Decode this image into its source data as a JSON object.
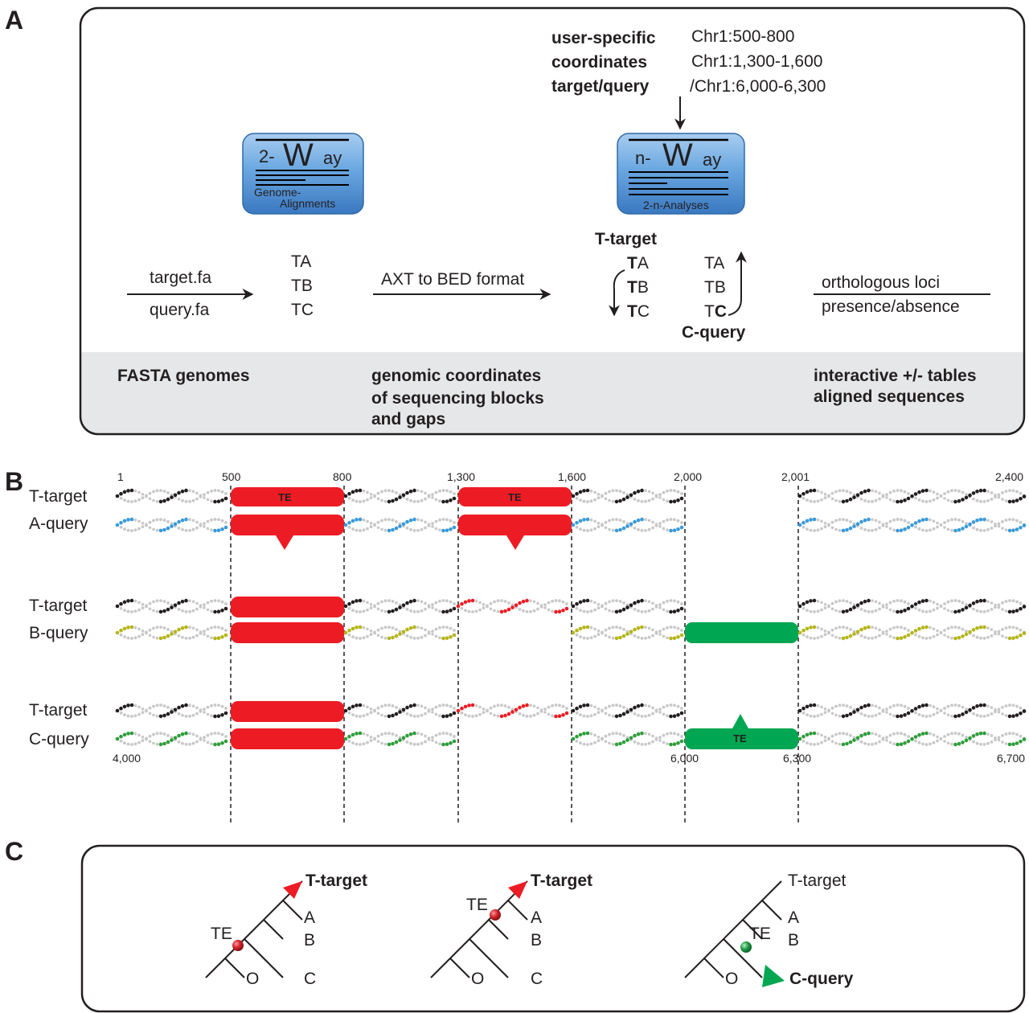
{
  "panel_a": {
    "label": "A",
    "user_coords": {
      "heading_line1": "user-specific",
      "heading_line2": "coordinates",
      "heading_line3": "target/query",
      "coord1": "Chr1:500-800",
      "coord2": "Chr1:1,300-1,600",
      "coord3": "/Chr1:6,000-6,300"
    },
    "twoway": {
      "prefix": "2-",
      "big": "W",
      "suffix": "ay",
      "sub1": "Genome-",
      "sub2": "Alignments"
    },
    "nway": {
      "prefix": "n-",
      "big": "W",
      "suffix": "ay",
      "sub1": "2-n-Analyses"
    },
    "input": {
      "top": "target.fa",
      "bottom": "query.fa"
    },
    "pairs": [
      "TA",
      "TB",
      "TC"
    ],
    "axt": "AXT to BED format",
    "t_target": "T-target",
    "c_query": "C-query",
    "left_col": {
      "b1": "T",
      "r1": "A",
      "b2": "T",
      "r2": "B",
      "b3": "T",
      "r3": "C"
    },
    "right_col": {
      "r1": "TA",
      "r2": "TB",
      "p3": "T",
      "b3": "C"
    },
    "output": {
      "top": "orthologous loci",
      "bottom": "presence/absence"
    },
    "footer": {
      "fasta_bold": "FASTA",
      "fasta_rest": "genomes",
      "coords_1": "genomic coordinates",
      "coords_2": "of sequencing blocks",
      "coords_3": "and gaps",
      "tables_1": "interactive +/- tables",
      "tables_2": "aligned sequences"
    },
    "colors": {
      "box": "#5b9bd5",
      "box_dark": "#2f6aa8",
      "footer_bg": "#e6e7e8"
    }
  },
  "panel_b": {
    "label": "B",
    "top_ticks": [
      "1",
      "500",
      "800",
      "1,300",
      "1,600",
      "2,000",
      "2,001",
      "2,400"
    ],
    "bottom_ticks": [
      "4,000",
      "6,000",
      "6,300",
      "6,700"
    ],
    "rows": [
      "T-target",
      "A-query",
      "T-target",
      "B-query",
      "T-target",
      "C-query"
    ],
    "te_label": "TE",
    "colors": {
      "target": "#231f20",
      "a_query": "#3a9ad9",
      "b_query": "#b5b51a",
      "c_query": "#2e9e3a",
      "te_red": "#ed1c24",
      "te_green": "#00a651",
      "gray": "#c8c8c8"
    }
  },
  "panel_c": {
    "label": "C",
    "trees": [
      {
        "top": "T-target",
        "top_bold": true,
        "a": "A",
        "b": "B",
        "c": "C",
        "o": "O",
        "te": "TE",
        "bottom_bold": ""
      },
      {
        "top": "T-target",
        "top_bold": true,
        "a": "A",
        "b": "B",
        "c": "C",
        "o": "O",
        "te": "TE",
        "bottom_bold": ""
      },
      {
        "top": "T-target",
        "top_bold": false,
        "a": "A",
        "b": "B",
        "c": "",
        "o": "O",
        "te": "TE",
        "bottom_bold": "C-query"
      }
    ]
  }
}
